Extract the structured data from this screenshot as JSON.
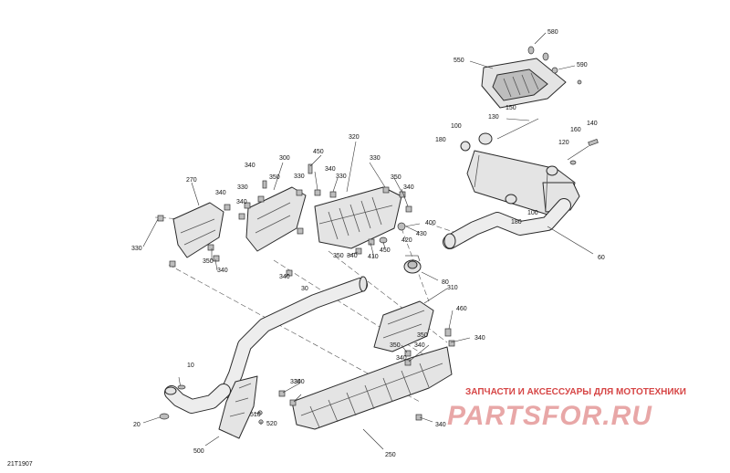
{
  "diagram_id": "21T1907",
  "watermark": {
    "tagline": "ЗАПЧАСТИ И АКСЕССУАРЫ ДЛЯ МОТОТЕХНИКИ",
    "logo": "PARTSFOR.RU",
    "color": "#d64545"
  },
  "callouts": {
    "c10": "10",
    "c20": "20",
    "c30": "30",
    "c60": "60",
    "c80": "80",
    "c100a": "100",
    "c100b": "100",
    "c120": "120",
    "c130": "130",
    "c140": "140",
    "c150": "150",
    "c160": "160",
    "c180a": "180",
    "c180b": "180",
    "c250": "250",
    "c270": "270",
    "c300": "300",
    "c310": "310",
    "c320": "320",
    "c330a": "330",
    "c330b": "330",
    "c330c": "330",
    "c330d": "330",
    "c330e": "330",
    "c330f": "330",
    "c340a": "340",
    "c340b": "340",
    "c340c": "340",
    "c340d": "340",
    "c340e": "340",
    "c340f": "340",
    "c340g": "340",
    "c340h": "340",
    "c340i": "340",
    "c340j": "340",
    "c340k": "340",
    "c340l": "340",
    "c340m": "340",
    "c350a": "350",
    "c350b": "350",
    "c350c": "350",
    "c350d": "350",
    "c350e": "350",
    "c350f": "350",
    "c400": "400",
    "c410": "410",
    "c420": "420",
    "c430": "430",
    "c450a": "450",
    "c450b": "450",
    "c460": "460",
    "c500": "500",
    "c510": "510",
    "c520": "520",
    "c550": "550",
    "c580": "580",
    "c590": "590"
  }
}
